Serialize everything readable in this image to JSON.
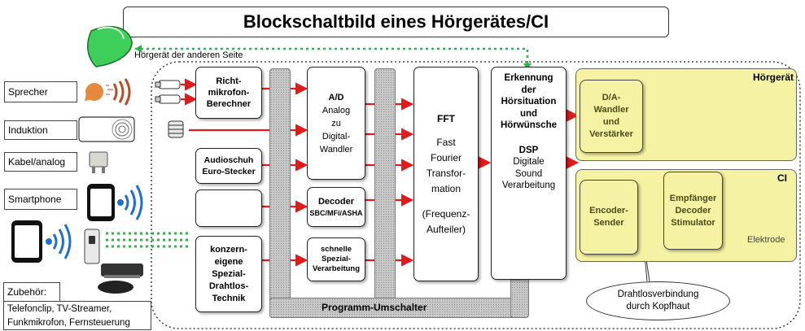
{
  "title": "Blockschaltbild eines Hörgerätes/CI",
  "other_side_label": "Hörgerät der anderen Seite",
  "inputs": [
    "Sprecher",
    "Induktion",
    "Kabel/analog",
    "Smartphone"
  ],
  "accessories": {
    "label": "Zubehör:",
    "line1": "Telefonclip, TV-Streamer,",
    "line2": "Funkmikrofon, Fernsteuerung"
  },
  "front_blocks": {
    "mic": [
      "Richt-",
      "mikrofon-",
      "Berechner"
    ],
    "audioshoe": [
      "Audioschuh",
      "Euro-Stecker"
    ],
    "proprietary": [
      "konzern-",
      "eigene",
      "Spezial-",
      "Drahtlos-",
      "Technik"
    ]
  },
  "ad": {
    "title": "A/D",
    "lines": [
      "Analog",
      "zu",
      "Digital-",
      "Wandler"
    ]
  },
  "decoder": {
    "title": "Decoder",
    "sub": "SBC/MFi/ASHA"
  },
  "special": [
    "schnelle",
    "Spezial-",
    "Verarbeitung"
  ],
  "fft": {
    "title": "FFT",
    "lines": [
      "Fast",
      "Fourier",
      "Transfor-",
      "mation"
    ],
    "extra": [
      "(Frequenz-",
      "Aufteiler)"
    ]
  },
  "recognition": {
    "title_lines": [
      "Erkennung",
      "der",
      "Hörsituation",
      "und",
      "Hörwünsche"
    ],
    "dsp": "DSP",
    "dsp_lines": [
      "Digitale",
      "Sound",
      "Verarbeitung"
    ]
  },
  "hoergeraet": {
    "label": "Hörgerät",
    "da_lines": [
      "D/A-",
      "Wandler",
      "und",
      "Verstärker"
    ]
  },
  "ci": {
    "label": "CI",
    "encoder": [
      "Encoder-",
      "Sender"
    ],
    "receiver": [
      "Empfänger",
      "Decoder",
      "Stimulator"
    ],
    "electrode": "Elektrode"
  },
  "wireless_note": [
    "Drahtlosverbindung",
    "durch Kopfhaut"
  ],
  "switch_label": "Programm-Umschalter",
  "colors": {
    "arrow": "#e01b1b",
    "wireless": "#2fb24a",
    "bluetooth": "#1e6fd0",
    "yellow": "#f6f2a3"
  }
}
